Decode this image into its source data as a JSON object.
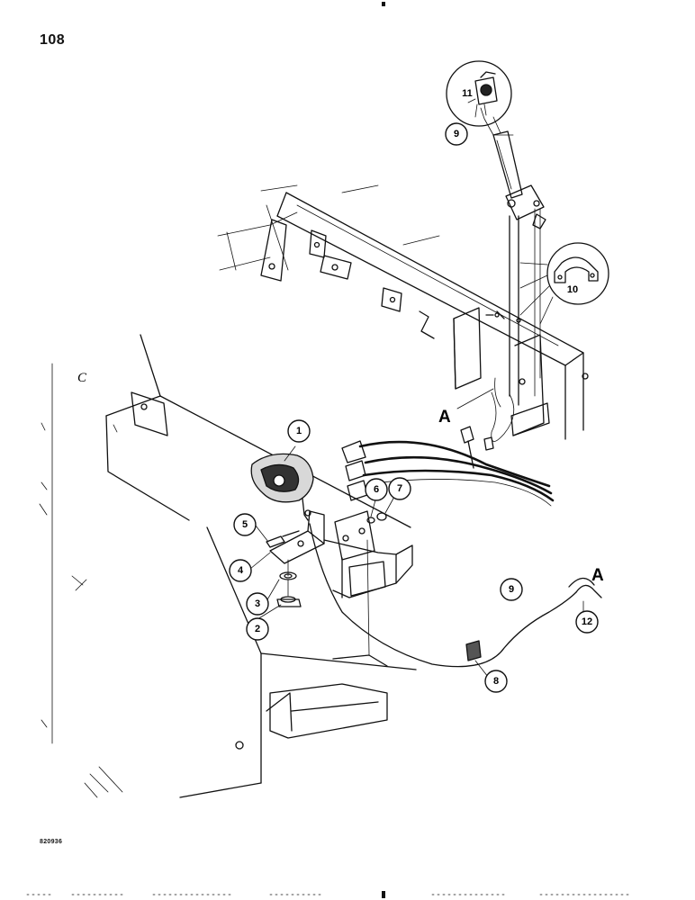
{
  "page_number": "108",
  "figure_code": "820936",
  "reference_letters": {
    "a_left": "A",
    "a_right": "A",
    "c": "C"
  },
  "callouts": {
    "c1": "1",
    "c2": "2",
    "c3": "3",
    "c4": "4",
    "c5": "5",
    "c6": "6",
    "c7": "7",
    "c8": "8",
    "c9_top": "9",
    "c9_bottom": "9",
    "c10": "10",
    "c11": "11",
    "c12": "12"
  }
}
